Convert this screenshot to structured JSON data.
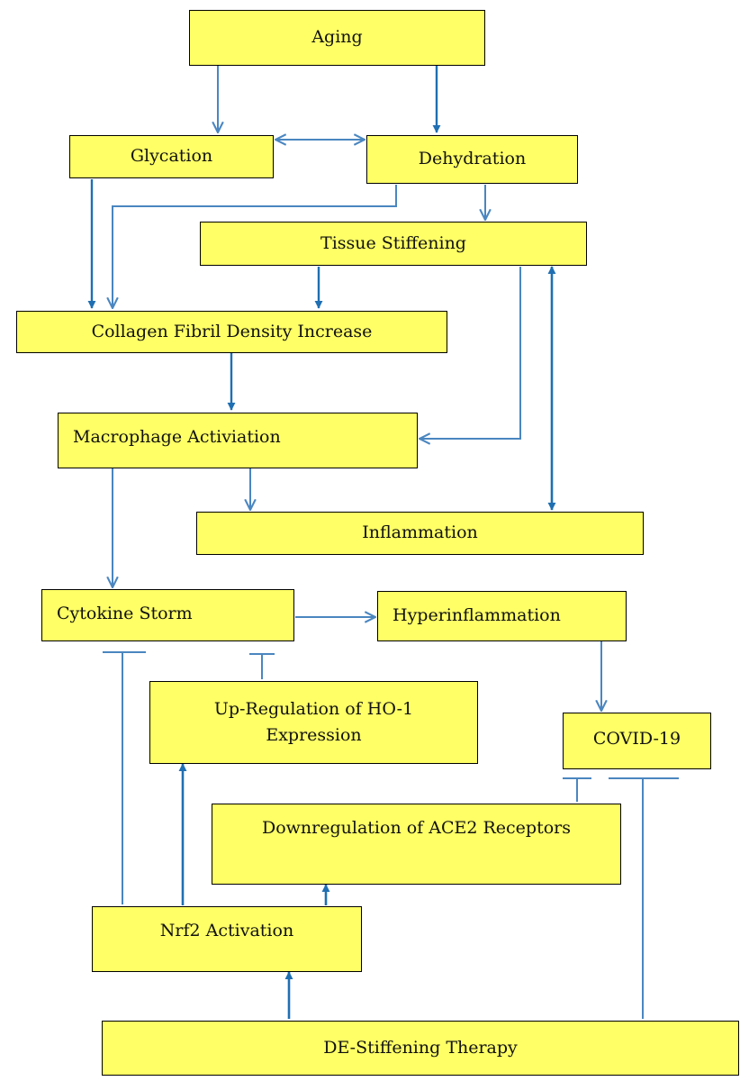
{
  "diagram": {
    "nodes": {
      "aging": "Aging",
      "glycation": "Glycation",
      "dehydration": "Dehydration",
      "tissue_stiffening": "Tissue Stiffening",
      "collagen_density": "Collagen Fibril Density Increase",
      "macrophage_activation": "Macrophage Activiation",
      "inflammation": "Inflammation",
      "cytokine_storm": "Cytokine Storm",
      "hyperinflammation": "Hyperinflammation",
      "ho1_upregulation": "Up-Regulation of HO-1 Expression",
      "covid19": "COVID-19",
      "ace2_downregulation": "Downregulation of ACE2 Receptors",
      "nrf2_activation": "Nrf2 Activation",
      "de_stiffening_therapy": "DE-Stiffening Therapy"
    },
    "edges": [
      {
        "from": "aging",
        "to": "glycation",
        "type": "activates"
      },
      {
        "from": "aging",
        "to": "dehydration",
        "type": "activates"
      },
      {
        "from": "glycation",
        "to": "dehydration",
        "type": "bidirectional"
      },
      {
        "from": "glycation",
        "to": "collagen_density",
        "type": "activates"
      },
      {
        "from": "dehydration",
        "to": "collagen_density",
        "type": "activates"
      },
      {
        "from": "dehydration",
        "to": "tissue_stiffening",
        "type": "activates"
      },
      {
        "from": "tissue_stiffening",
        "to": "collagen_density",
        "type": "activates"
      },
      {
        "from": "tissue_stiffening",
        "to": "macrophage_activation",
        "type": "activates"
      },
      {
        "from": "tissue_stiffening",
        "to": "inflammation",
        "type": "bidirectional"
      },
      {
        "from": "collagen_density",
        "to": "macrophage_activation",
        "type": "activates"
      },
      {
        "from": "macrophage_activation",
        "to": "inflammation",
        "type": "activates"
      },
      {
        "from": "macrophage_activation",
        "to": "cytokine_storm",
        "type": "activates"
      },
      {
        "from": "cytokine_storm",
        "to": "hyperinflammation",
        "type": "activates"
      },
      {
        "from": "hyperinflammation",
        "to": "covid19",
        "type": "activates"
      },
      {
        "from": "ho1_upregulation",
        "to": "cytokine_storm",
        "type": "inhibits"
      },
      {
        "from": "nrf2_activation",
        "to": "cytokine_storm",
        "type": "inhibits"
      },
      {
        "from": "nrf2_activation",
        "to": "ho1_upregulation",
        "type": "activates"
      },
      {
        "from": "nrf2_activation",
        "to": "ace2_downregulation",
        "type": "activates"
      },
      {
        "from": "ace2_downregulation",
        "to": "covid19",
        "type": "inhibits"
      },
      {
        "from": "de_stiffening_therapy",
        "to": "nrf2_activation",
        "type": "activates"
      },
      {
        "from": "de_stiffening_therapy",
        "to": "covid19",
        "type": "inhibits"
      }
    ],
    "colors": {
      "node_fill": "#ffff66",
      "node_border": "#000000",
      "arrow_dark": "#1f6fb2",
      "arrow_light": "#4a86c0"
    }
  }
}
